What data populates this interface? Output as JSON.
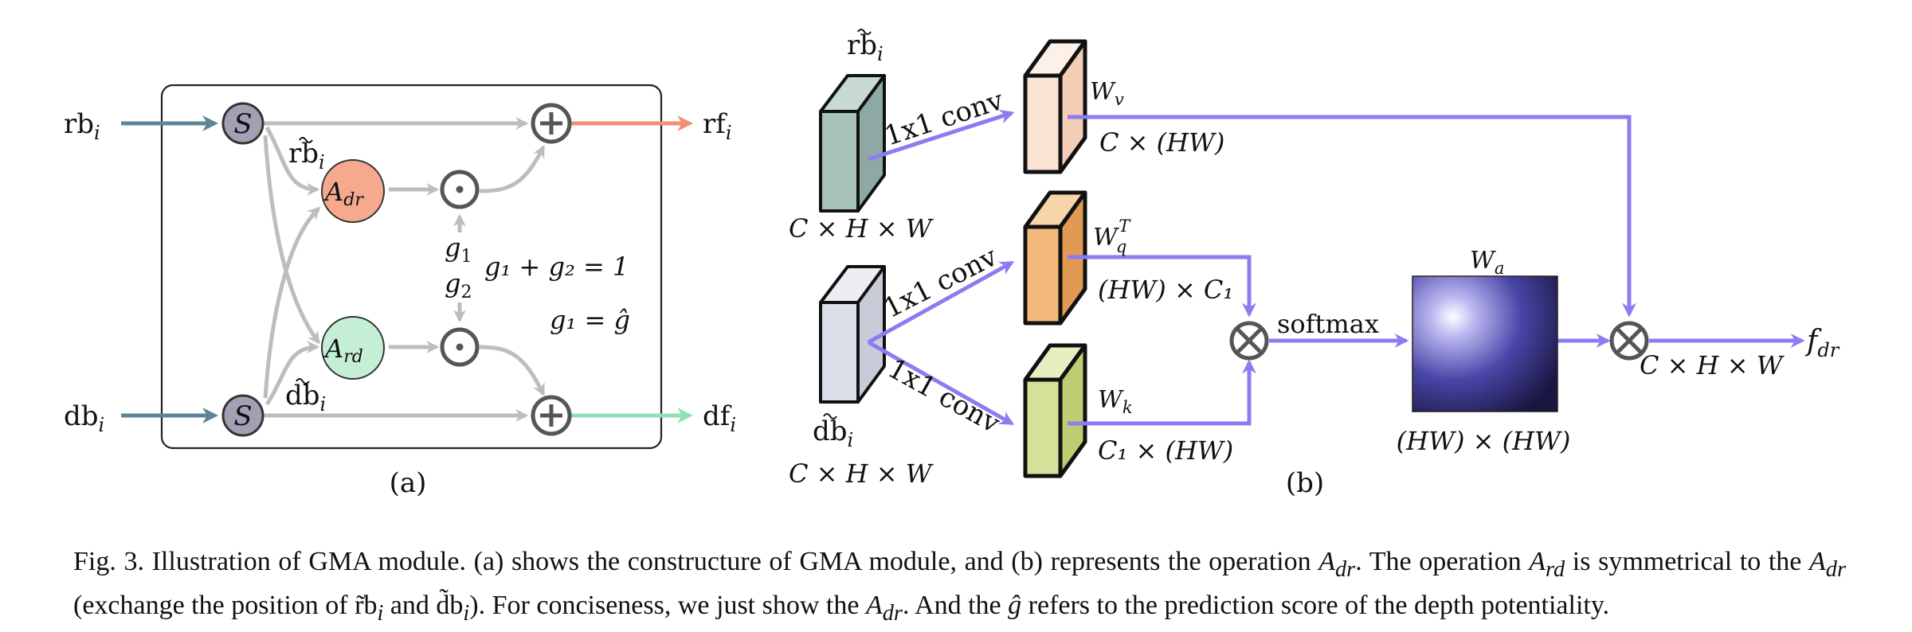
{
  "panel_a": {
    "label": "(a)",
    "inputs": {
      "rb": "rb",
      "db": "db",
      "sub": "i"
    },
    "outputs": {
      "rf": "rf",
      "df": "df",
      "sub": "i"
    },
    "split": "S",
    "att_dr": {
      "main": "A",
      "sub": "dr"
    },
    "att_rd": {
      "main": "A",
      "sub": "rd"
    },
    "rb_tilde": "rb",
    "db_tilde": "db",
    "i_sub": "i",
    "gate1": "g",
    "gate1_sub": "1",
    "gate2": "g",
    "gate2_sub": "2",
    "eq1": "g₁ + g₂ = 1",
    "eq2": "g₁ = ĝ",
    "mult_symbol": "⊙",
    "add_symbol": "+",
    "colors": {
      "in_arrow": "#5f8497",
      "rf_arrow": "#f28f72",
      "df_arrow": "#8fe0b6",
      "flow": "#bdbdbd",
      "att_dr": "#f7a98e",
      "att_rd": "#c4efd6",
      "split": "#a3a0b4"
    }
  },
  "panel_b": {
    "label": "(b)",
    "rb_tilde": "rb",
    "db_tilde": "db",
    "i_sub": "i",
    "in_shape": "C × H × W",
    "conv": "1x1 conv",
    "wv": {
      "main": "W",
      "sub": "v",
      "shape": "C × (HW)"
    },
    "wq": {
      "main": "W",
      "sub": "q",
      "sup": "T",
      "shape": "(HW) × C₁"
    },
    "wk": {
      "main": "W",
      "sub": "k",
      "shape": "C₁ × (HW)"
    },
    "softmax": "softmax",
    "wa": {
      "main": "W",
      "sub": "a",
      "shape": "(HW) × (HW)"
    },
    "out_shape": "C × H × W",
    "out": {
      "main": "f",
      "sub": "dr"
    },
    "otimes": "⊗",
    "colors": {
      "arrow": "#8b7cf2",
      "feat_rb": "#a7c1bb",
      "feat_db": "#dcdfea",
      "wv": "#fbe3d4",
      "wq": "#f2b97b",
      "wk": "#d4e29a"
    }
  },
  "caption": {
    "prefix": "Fig. 3.  Illustration of GMA module. (a) shows the constructure of GMA module, and (b) represents the operation ",
    "a_dr": "A",
    "a_dr_sub": "dr",
    "mid1": ". The operation ",
    "a_rd": "A",
    "a_rd_sub": "rd",
    "mid2": " is symmetrical to the ",
    "mid3": " (exchange the position of ",
    "rb": "r̃b",
    "and": " and ",
    "db": "d̃b",
    "mid4": "). For conciseness, we just show the ",
    "mid5": ". And the ",
    "ghat": "ĝ",
    "suffix": " refers to the prediction score of the depth potentiality.",
    "i_sub": "i"
  }
}
